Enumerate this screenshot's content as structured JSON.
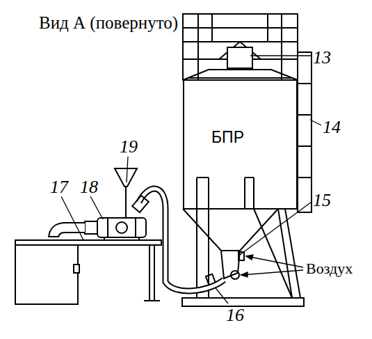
{
  "diagram": {
    "title": "Вид А (повернуто)",
    "nodes": [
      {
        "text": [
          "БПР"
        ]
      }
    ],
    "edges": [],
    "labels": [
      "13",
      "14",
      "15",
      "Воздух",
      "16",
      "17",
      "18",
      "19"
    ]
  }
}
